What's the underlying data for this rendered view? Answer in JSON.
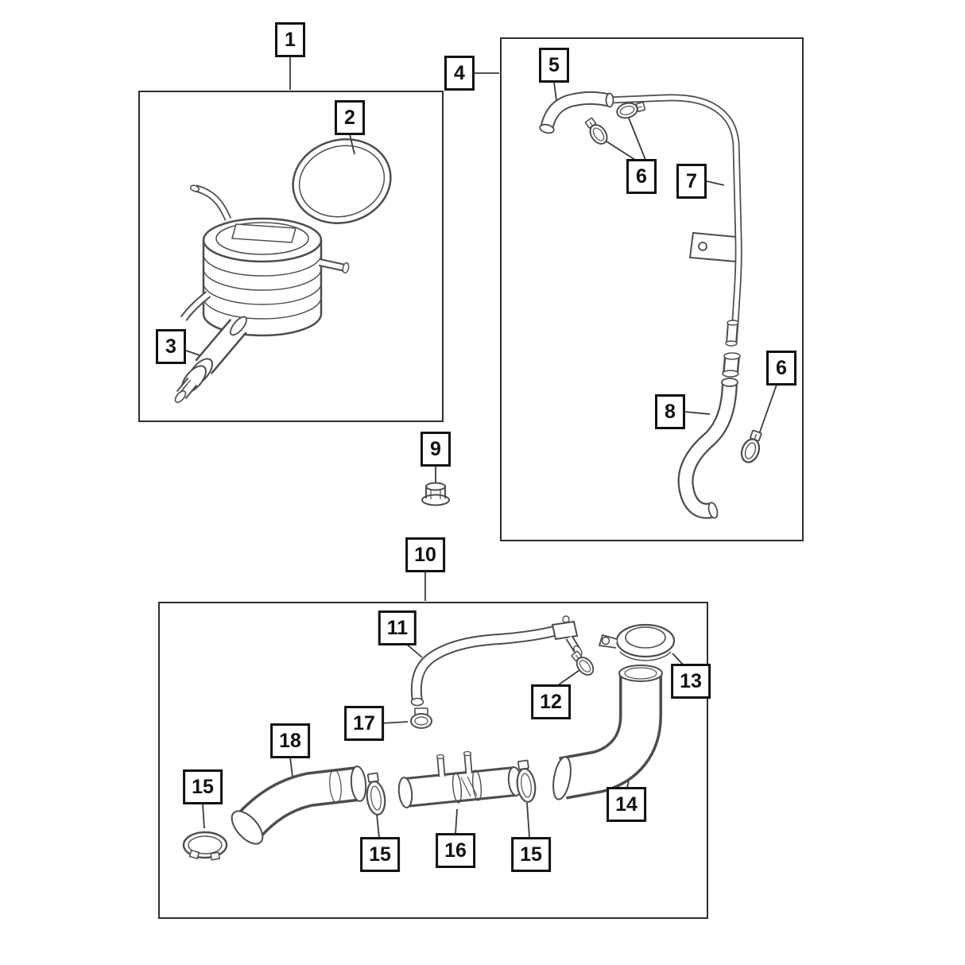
{
  "page": {
    "background_color": "#ffffff"
  },
  "diagram": {
    "kind": "exploded-parts-diagram",
    "line_color": "#4d4d4d",
    "box_color": "#2e2e2e",
    "callout_border_color": "#111111",
    "callouts": [
      {
        "ref": "1",
        "label": "1"
      },
      {
        "ref": "2",
        "label": "2"
      },
      {
        "ref": "3",
        "label": "3"
      },
      {
        "ref": "4",
        "label": "4"
      },
      {
        "ref": "5",
        "label": "5"
      },
      {
        "ref": "6",
        "label": "6"
      },
      {
        "ref": "7",
        "label": "7"
      },
      {
        "ref": "6",
        "label": "6"
      },
      {
        "ref": "8",
        "label": "8"
      },
      {
        "ref": "9",
        "label": "9"
      },
      {
        "ref": "10",
        "label": "10"
      },
      {
        "ref": "11",
        "label": "11"
      },
      {
        "ref": "12",
        "label": "12"
      },
      {
        "ref": "13",
        "label": "13"
      },
      {
        "ref": "14",
        "label": "14"
      },
      {
        "ref": "15",
        "label": "15"
      },
      {
        "ref": "15",
        "label": "15"
      },
      {
        "ref": "16",
        "label": "16"
      },
      {
        "ref": "15",
        "label": "15"
      },
      {
        "ref": "17",
        "label": "17"
      },
      {
        "ref": "18",
        "label": "18"
      }
    ]
  }
}
